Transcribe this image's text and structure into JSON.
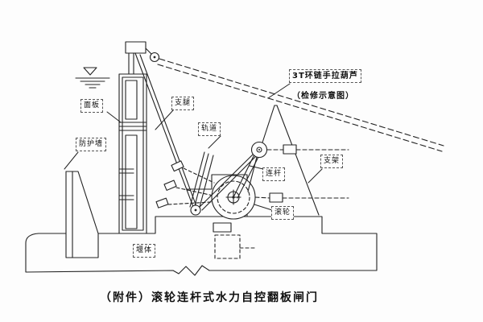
{
  "diagram": {
    "caption": "（附件）滚轮连杆式水力自控翻板闸门",
    "labels": {
      "panel": "面板",
      "protective_wall": "防护墙",
      "support_leg": "支腿",
      "track": "轨道",
      "hoist": "3T环链手拉葫芦",
      "hoist_note": "（检修示意图）",
      "support_frame": "支架",
      "connecting_rod": "连杆",
      "roller": "滚轮",
      "weir_body": "堰体"
    },
    "icons": {
      "water_level": "water-level-symbol",
      "hoist_hook": "hook-ring",
      "chain": "double-dashed-chain-line"
    },
    "colors": {
      "line": "#222222",
      "background": "#fdfdfd",
      "text": "#111111"
    }
  }
}
